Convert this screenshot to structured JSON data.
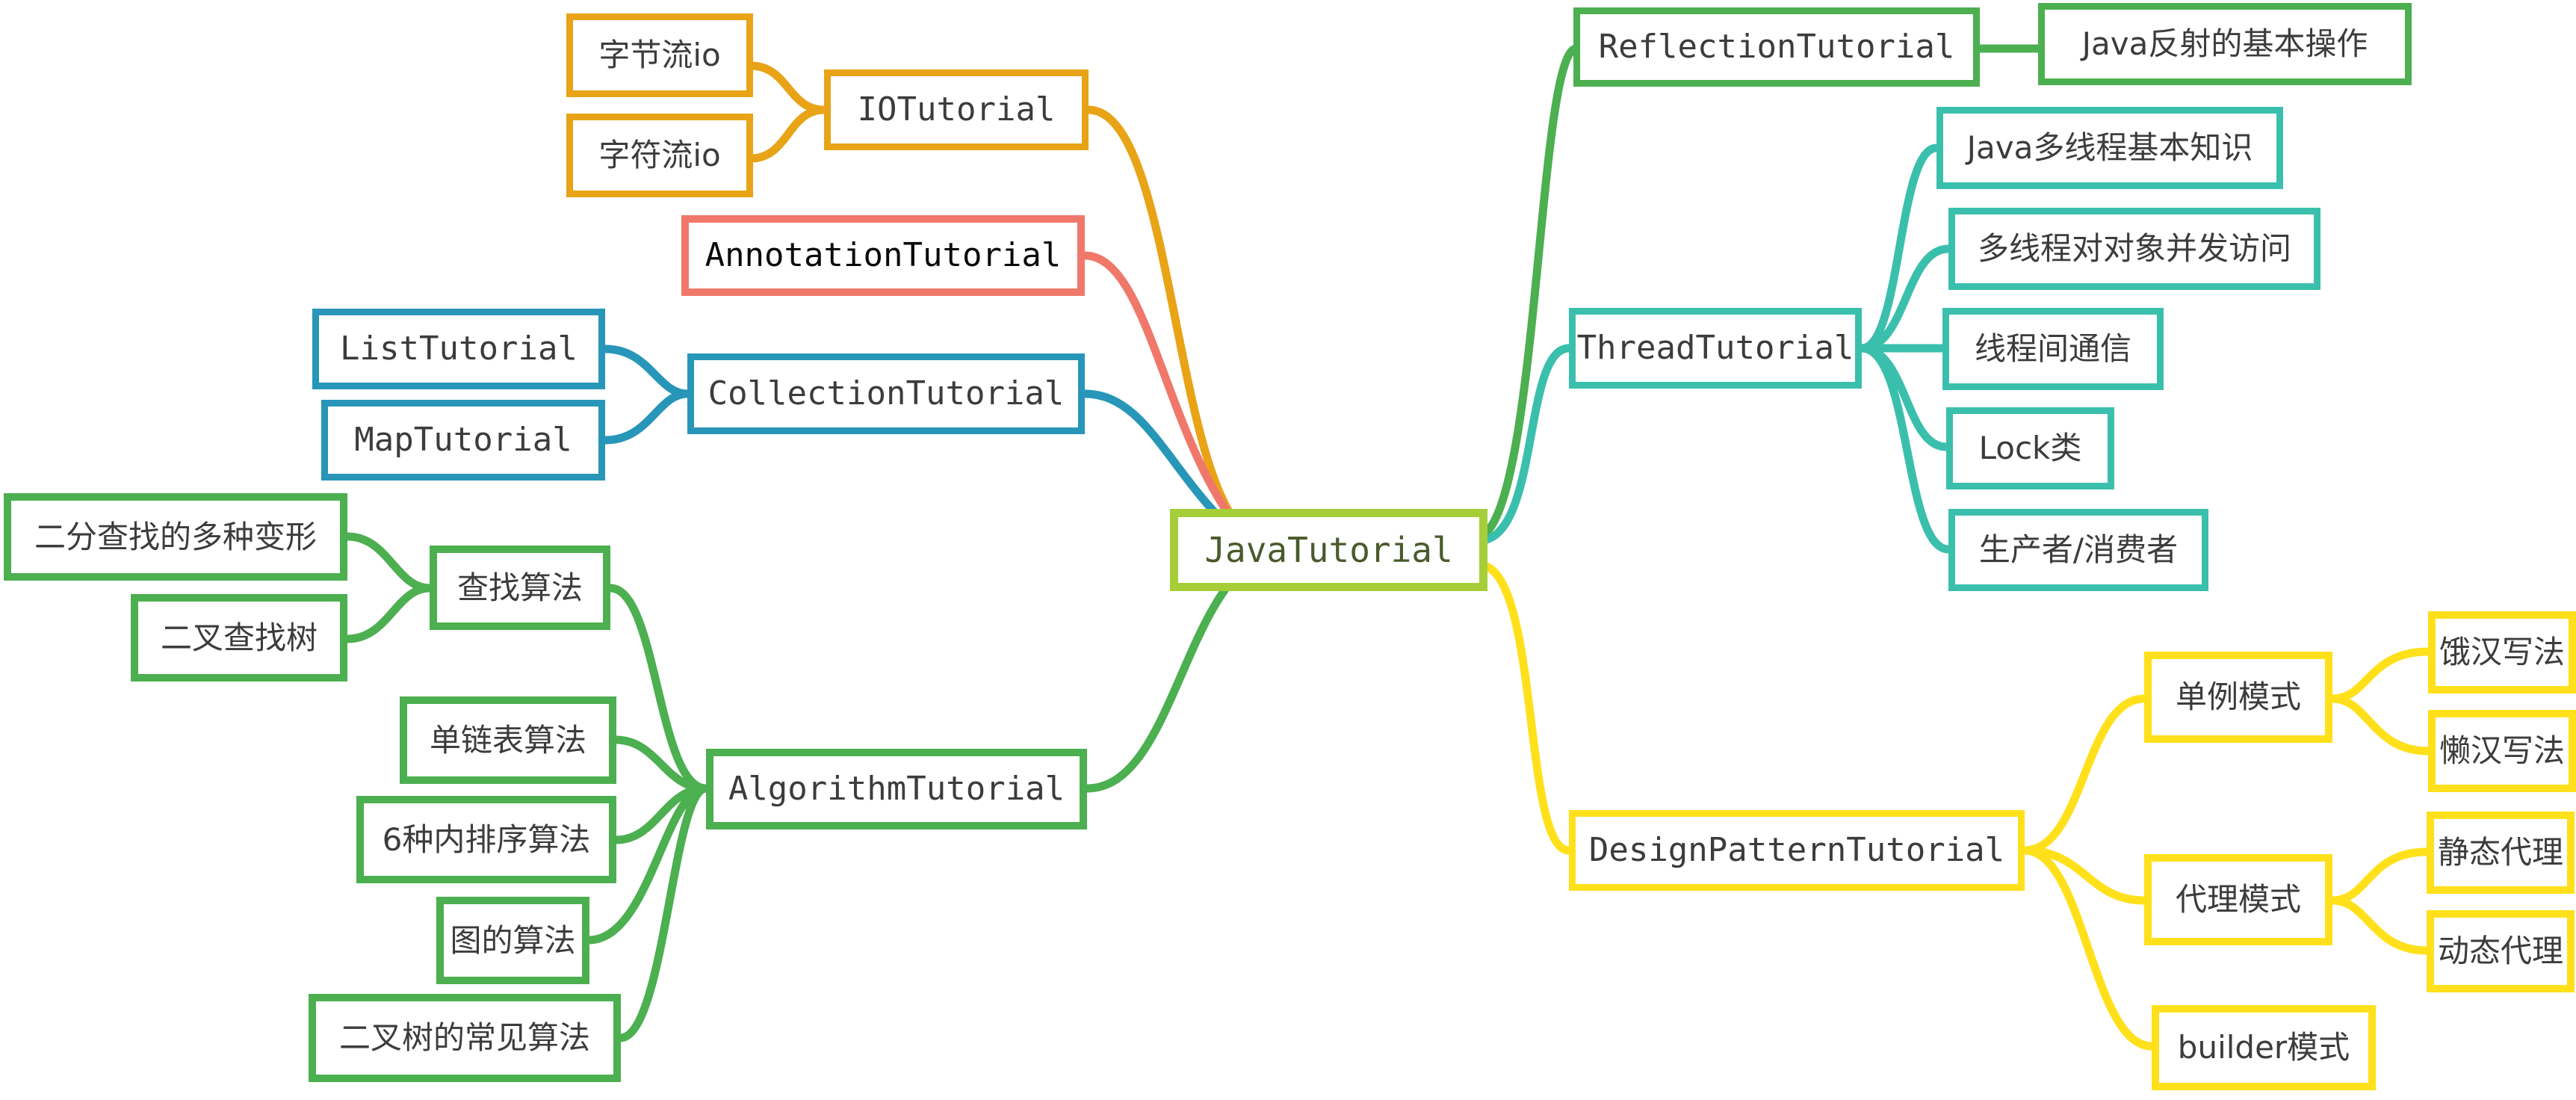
{
  "diagram": {
    "title": "JavaTutorial mind map",
    "type": "mindmap",
    "background": "#ffffff",
    "palette": {
      "root_green": "#A6CE39",
      "root_text": "#4A5A2B",
      "orange": "#E8A316",
      "salmon": "#F0786B",
      "blue": "#2796B8",
      "green": "#4CAF50",
      "teal": "#3BBFAD",
      "yellow": "#FFE01B",
      "text_dark": "#3C3C3B",
      "text_black": "#000000"
    },
    "root": {
      "id": "root",
      "label": "JavaTutorial",
      "color": "#A6CE39"
    },
    "branches": [
      {
        "id": "io",
        "label": "IOTutorial",
        "color": "#E8A316",
        "children": [
          {
            "id": "io-byte",
            "label": "字节流io"
          },
          {
            "id": "io-char",
            "label": "字符流io"
          }
        ]
      },
      {
        "id": "annotation",
        "label": "AnnotationTutorial",
        "color": "#F0786B",
        "children": []
      },
      {
        "id": "collection",
        "label": "CollectionTutorial",
        "color": "#2796B8",
        "children": [
          {
            "id": "list",
            "label": "ListTutorial"
          },
          {
            "id": "map",
            "label": "MapTutorial"
          }
        ]
      },
      {
        "id": "algorithm",
        "label": "AlgorithmTutorial",
        "color": "#4CAF50",
        "children": [
          {
            "id": "search",
            "label": "查找算法",
            "children": [
              {
                "id": "binsearch-variants",
                "label": "二分查找的多种变形"
              },
              {
                "id": "bst",
                "label": "二叉查找树"
              }
            ]
          },
          {
            "id": "linkedlist-algo",
            "label": "单链表算法"
          },
          {
            "id": "sort6",
            "label": "6种内排序算法"
          },
          {
            "id": "graph-algo",
            "label": "图的算法"
          },
          {
            "id": "bintree-algo",
            "label": "二叉树的常见算法"
          }
        ]
      },
      {
        "id": "reflection",
        "label": "ReflectionTutorial",
        "color": "#4CAF50",
        "children": [
          {
            "id": "reflect-basic",
            "label": "Java反射的基本操作"
          }
        ]
      },
      {
        "id": "thread",
        "label": "ThreadTutorial",
        "color": "#3BBFAD",
        "children": [
          {
            "id": "thread-basic",
            "label": "Java多线程基本知识"
          },
          {
            "id": "thread-concurrent",
            "label": "多线程对对象并发访问"
          },
          {
            "id": "thread-comm",
            "label": "线程间通信"
          },
          {
            "id": "thread-lock",
            "label": "Lock类"
          },
          {
            "id": "thread-pc",
            "label": "生产者/消费者"
          }
        ]
      },
      {
        "id": "designpattern",
        "label": "DesignPatternTutorial",
        "color": "#FFE01B",
        "children": [
          {
            "id": "singleton",
            "label": "单例模式",
            "children": [
              {
                "id": "eager",
                "label": "饿汉写法"
              },
              {
                "id": "lazy",
                "label": "懒汉写法"
              }
            ]
          },
          {
            "id": "proxy",
            "label": "代理模式",
            "children": [
              {
                "id": "static-proxy",
                "label": "静态代理"
              },
              {
                "id": "dynamic-proxy",
                "label": "动态代理"
              }
            ]
          },
          {
            "id": "builder",
            "label": "builder模式"
          }
        ]
      }
    ]
  },
  "nodes": {
    "root": {
      "label": "JavaTutorial"
    },
    "io": {
      "label": "IOTutorial"
    },
    "io_byte": {
      "label": "字节流io"
    },
    "io_char": {
      "label": "字符流io"
    },
    "annotation": {
      "label": "AnnotationTutorial"
    },
    "collection": {
      "label": "CollectionTutorial"
    },
    "list": {
      "label": "ListTutorial"
    },
    "map": {
      "label": "MapTutorial"
    },
    "algorithm": {
      "label": "AlgorithmTutorial"
    },
    "search": {
      "label": "查找算法"
    },
    "binsearch_variants": {
      "label": "二分查找的多种变形"
    },
    "bst": {
      "label": "二叉查找树"
    },
    "linkedlist_algo": {
      "label": "单链表算法"
    },
    "sort6": {
      "label": "6种内排序算法"
    },
    "graph_algo": {
      "label": "图的算法"
    },
    "bintree_algo": {
      "label": "二叉树的常见算法"
    },
    "reflection": {
      "label": "ReflectionTutorial"
    },
    "reflect_basic": {
      "label": "Java反射的基本操作"
    },
    "thread": {
      "label": "ThreadTutorial"
    },
    "thread_basic": {
      "label": "Java多线程基本知识"
    },
    "thread_concurrent": {
      "label": "多线程对对象并发访问"
    },
    "thread_comm": {
      "label": "线程间通信"
    },
    "thread_lock": {
      "label": "Lock类"
    },
    "thread_pc": {
      "label": "生产者/消费者"
    },
    "designpattern": {
      "label": "DesignPatternTutorial"
    },
    "singleton": {
      "label": "单例模式"
    },
    "eager": {
      "label": "饿汉写法"
    },
    "lazy": {
      "label": "懒汉写法"
    },
    "proxy": {
      "label": "代理模式"
    },
    "static_proxy": {
      "label": "静态代理"
    },
    "dynamic_proxy": {
      "label": "动态代理"
    },
    "builder": {
      "label": "builder模式"
    }
  }
}
